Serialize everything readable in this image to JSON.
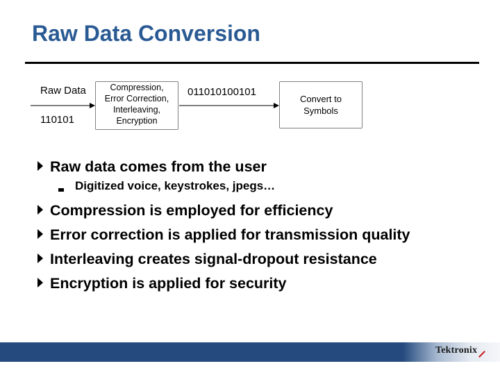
{
  "slide": {
    "title": "Raw Data Conversion"
  },
  "diagram": {
    "raw_label": "Raw Data",
    "raw_bits": "110101",
    "process_lines": [
      "Compression,",
      "Error Correction,",
      "Interleaving,",
      "Encryption"
    ],
    "coded_bits": "011010100101",
    "symbol_lines": [
      "Convert to",
      "Symbols"
    ]
  },
  "bullets": [
    {
      "text": "Raw data comes from the user"
    },
    {
      "text": "Compression is employed for efficiency"
    },
    {
      "text": "Error correction is applied for transmission quality"
    },
    {
      "text": "Interleaving creates signal-dropout resistance"
    },
    {
      "text": "Encryption is applied for security"
    }
  ],
  "sub_bullets": [
    {
      "text": "Digitized voice, keystrokes, jpegs…"
    }
  ],
  "footer": {
    "logo_text": "Tektronix"
  },
  "colors": {
    "title": "#2a5a93",
    "footer_bar": "#244a7e"
  }
}
